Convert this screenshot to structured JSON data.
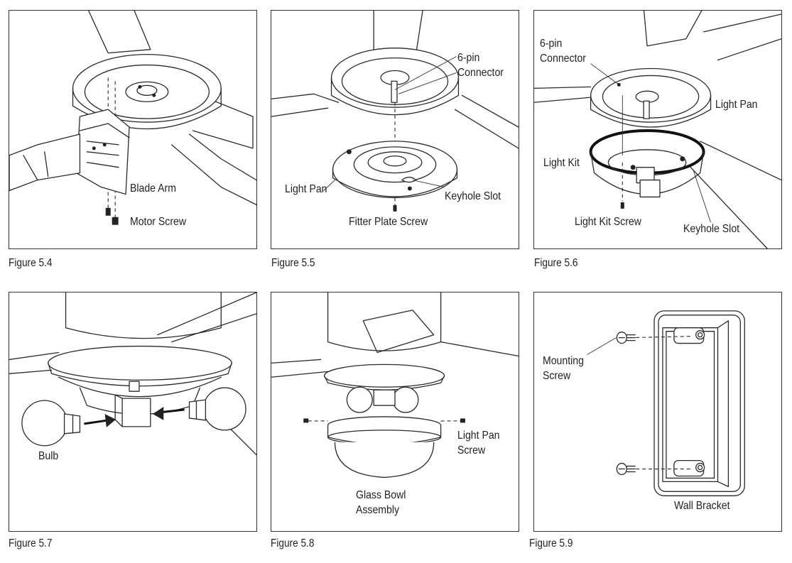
{
  "figures": [
    {
      "caption": "Figure 5.4",
      "labels": {
        "blade_arm": "Blade Arm",
        "motor_screw": "Motor Screw"
      }
    },
    {
      "caption": "Figure 5.5",
      "labels": {
        "connector": "6-pin\nConnector",
        "light_pan": "Light Pan",
        "keyhole_slot": "Keyhole Slot",
        "fitter_plate_screw": "Fitter Plate Screw"
      }
    },
    {
      "caption": "Figure 5.6",
      "labels": {
        "connector": "6-pin\nConnector",
        "light_pan": "Light Pan",
        "light_kit": "Light Kit",
        "light_kit_screw": "Light Kit Screw",
        "keyhole_slot": "Keyhole Slot"
      }
    },
    {
      "caption": "Figure 5.7",
      "labels": {
        "bulb": "Bulb"
      }
    },
    {
      "caption": "Figure 5.8",
      "labels": {
        "light_pan_screw": "Light Pan\nScrew",
        "glass_bowl": "Glass Bowl\nAssembly"
      }
    },
    {
      "caption": "Figure 5.9",
      "labels": {
        "mounting_screw": "Mounting\nScrew",
        "wall_bracket": "Wall Bracket"
      }
    }
  ]
}
